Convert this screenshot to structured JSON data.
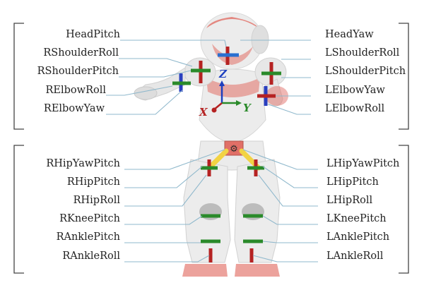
{
  "upper_left": [
    "HeadPitch",
    "RShoulderRoll",
    "RShoulderPitch",
    "RElbowRoll",
    "RElbowYaw"
  ],
  "upper_right": [
    "HeadYaw",
    "LShoulderRoll",
    "LShoulderPitch",
    "LElbowYaw",
    "LElbowRoll"
  ],
  "lower_left": [
    "RHipYawPitch",
    "RHipPitch",
    "RHipRoll",
    "RKneePitch",
    "RAnklePitch",
    "RAnkleRoll"
  ],
  "lower_right": [
    "LHipYawPitch",
    "LHipPitch",
    "LHipRoll",
    "LKneePitch",
    "LAnklePitch",
    "LAnkleRoll"
  ],
  "axes": {
    "x": "X",
    "y": "Y",
    "z": "Z"
  },
  "colors": {
    "leader": "#8fb8cc",
    "bracket": "#444444",
    "robot_red": "#e0685f",
    "robot_body": "#e7e7e7",
    "axis_x": "#b52222",
    "axis_y": "#2a8a2a",
    "axis_z": "#1d3fbf",
    "actuator": "#f2d13a"
  }
}
